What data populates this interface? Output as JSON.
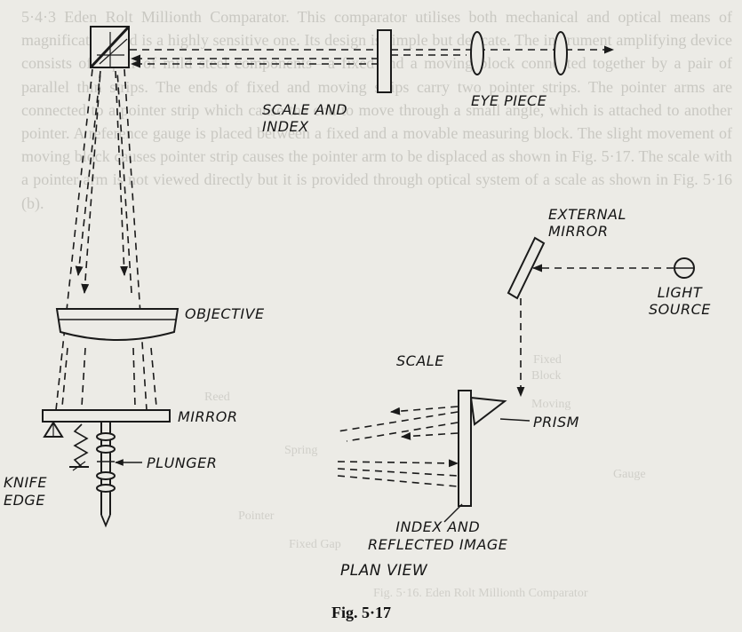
{
  "background_text": {
    "paragraphs": [
      "5·4·3 Eden Rolt Millionth Comparator. This comparator utilises both mechanical and optical means of magnification and is a highly sensitive one. Its design is simple but delicate. The instrument amplifying device consists of a pair of mild steel components—a fixed and a moving block connected together by a pair of parallel thin strips. The ends of fixed and moving strips carry two pointer strips. The pointer arms are connected to a pointer strip which cause the end to move through a small angle, which is attached to another pointer. A reference gauge is placed between a fixed and a movable measuring block. The slight movement of moving block causes pointer strip causes the pointer arm to be displaced as shown in Fig. 5·17. The scale with a pointer arm is not viewed directly but it is provided through optical system of a scale as shown in Fig. 5·16 (b)."
    ],
    "ghost_fragments": [
      "Fixed",
      "Block",
      "Moving",
      "Spring",
      "Pointer",
      "Gauge",
      "Reed",
      "Fixed Gap",
      "Fig. 5·16. Eden Rolt Millionth Comparator"
    ]
  },
  "labels": {
    "scale_and_index": "SCALE AND\nINDEX",
    "eye_piece": "EYE PIECE",
    "external_mirror": "EXTERNAL\nMIRROR",
    "light_source": "LIGHT\nSOURCE",
    "objective": "OBJECTIVE",
    "mirror": "MIRROR",
    "plunger": "PLUNGER",
    "knife_edge": "KNIFE\nEDGE",
    "scale": "SCALE",
    "prism": "PRISM",
    "index_and_reflected_image": "INDEX AND\nREFLECTED IMAGE",
    "plan_view": "PLAN VIEW"
  },
  "caption": "Fig. 5·17"
}
